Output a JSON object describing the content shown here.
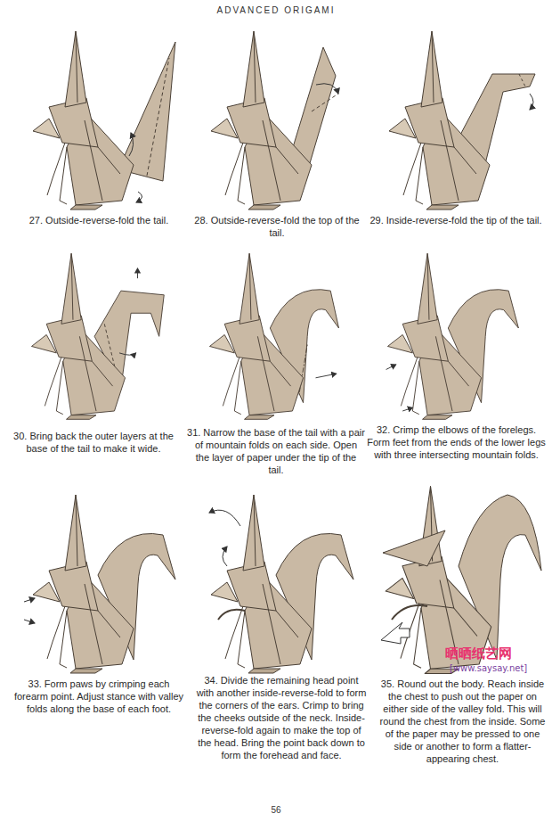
{
  "diagram": {
    "title": "ADVANCED ORIGAMI",
    "labels": [
      "27. Outside-reverse-fold the tail.",
      "28. Outside-reverse-fold the top of the tail.",
      "29. Inside-reverse-fold the tip of the tail.",
      "30. Bring back the outer layers at the base of the tail to make it wide.",
      "31. Narrow the base of the tail with a pair of mountain folds on each side. Open the layer of paper under the tip of the tail.",
      "32. Crimp the elbows of the forelegs. Form feet from the ends of the lower legs with three intersecting mountain folds.",
      "33. Form paws by crimping each forearm point. Adjust stance with valley folds along the base of each foot.",
      "34. Divide the remaining head point with another inside-reverse-fold to form the corners of the ears. Crimp to bring the cheeks outside of the neck. Inside-reverse-fold again to make the top of the head. Bring the point back down to form the forehead and face.",
      "35. Round out the body. Reach inside the chest to push out the paper on either side of the valley fold. This will round the chest from the inside. Some of the paper may be pressed to one side or another to form a flatter-appearing chest.",
      "56",
      "晒晒纸艺网",
      "[www.saysay.net]"
    ]
  }
}
